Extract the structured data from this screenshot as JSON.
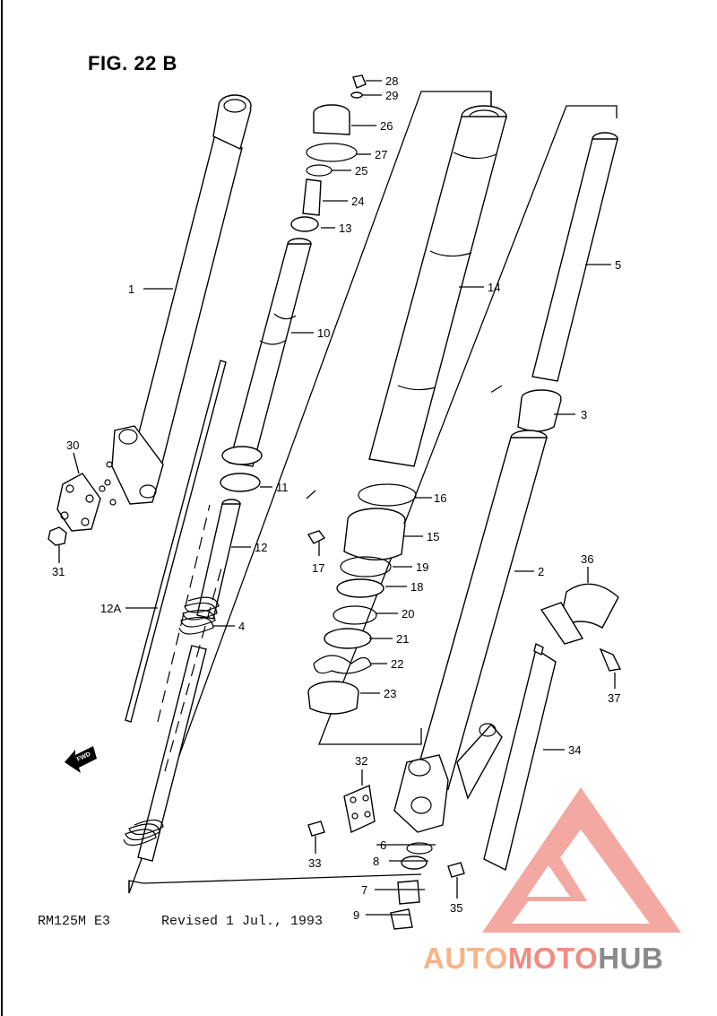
{
  "figure": {
    "title": "FIG. 22 B"
  },
  "footer": {
    "model": "RM125M E3",
    "revision": "Revised 1 Jul., 1993"
  },
  "fwd_arrow": {
    "label": "FWD"
  },
  "callouts": {
    "c1": "1",
    "c2": "2",
    "c3": "3",
    "c4": "4",
    "c5": "5",
    "c6": "6",
    "c7": "7",
    "c8": "8",
    "c9": "9",
    "c10": "10",
    "c11": "11",
    "c12": "12",
    "c12a": "12A",
    "c13": "13",
    "c14": "14",
    "c15": "15",
    "c16": "16",
    "c17": "17",
    "c18": "18",
    "c19": "19",
    "c20": "20",
    "c21": "21",
    "c22": "22",
    "c23": "23",
    "c24": "24",
    "c25": "25",
    "c26": "26",
    "c27": "27",
    "c28": "28",
    "c29": "29",
    "c30": "30",
    "c31": "31",
    "c32": "32",
    "c33": "33",
    "c34": "34",
    "c35": "35",
    "c36": "36",
    "c37": "37"
  },
  "watermark": {
    "part1": "AUTO",
    "part2": "MOTO",
    "part3": "HUB",
    "colors": {
      "logo": "#f08c82",
      "auto": "#f6b489",
      "hub": "#8a8a8a"
    }
  }
}
